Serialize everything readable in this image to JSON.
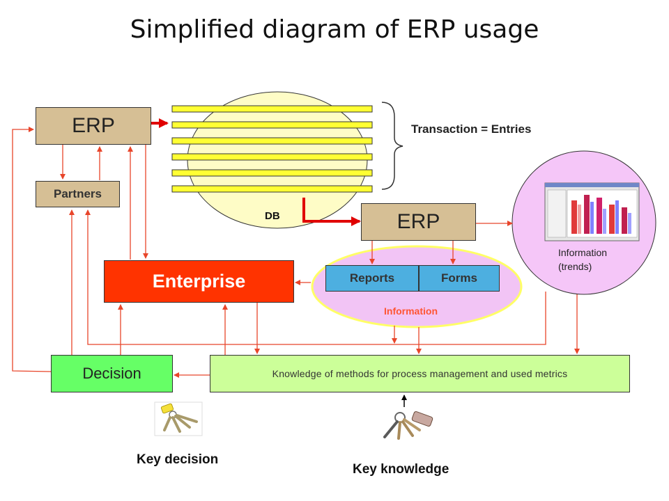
{
  "title": "Simplified diagram of ERP usage",
  "nodes": {
    "erp_top": "ERP",
    "partners": "Partners",
    "db": "DB",
    "transaction": "Transaction = Entries",
    "erp_mid": "ERP",
    "reports": "Reports",
    "forms": "Forms",
    "information": "Information",
    "enterprise": "Enterprise",
    "info_trends_1": "Information",
    "info_trends_2": "(trends)",
    "decision": "Decision",
    "knowledge": "Knowledge of methods for process management and used metrics",
    "key_decision": "Key decision",
    "key_knowledge": "Key knowledge"
  },
  "colors": {
    "arrow": "#e8452a",
    "db_fill": "#fefcc6",
    "db_bar": "#ffff33",
    "erp_box": "#d6bf95",
    "enterprise_box": "#ff3300",
    "decision_box": "#66ff66",
    "knowledge_box": "#ccff99",
    "info_oval": "#f2c4f5",
    "trends_circle": "#f5c6f8",
    "reports_forms": "#4dafe0"
  }
}
